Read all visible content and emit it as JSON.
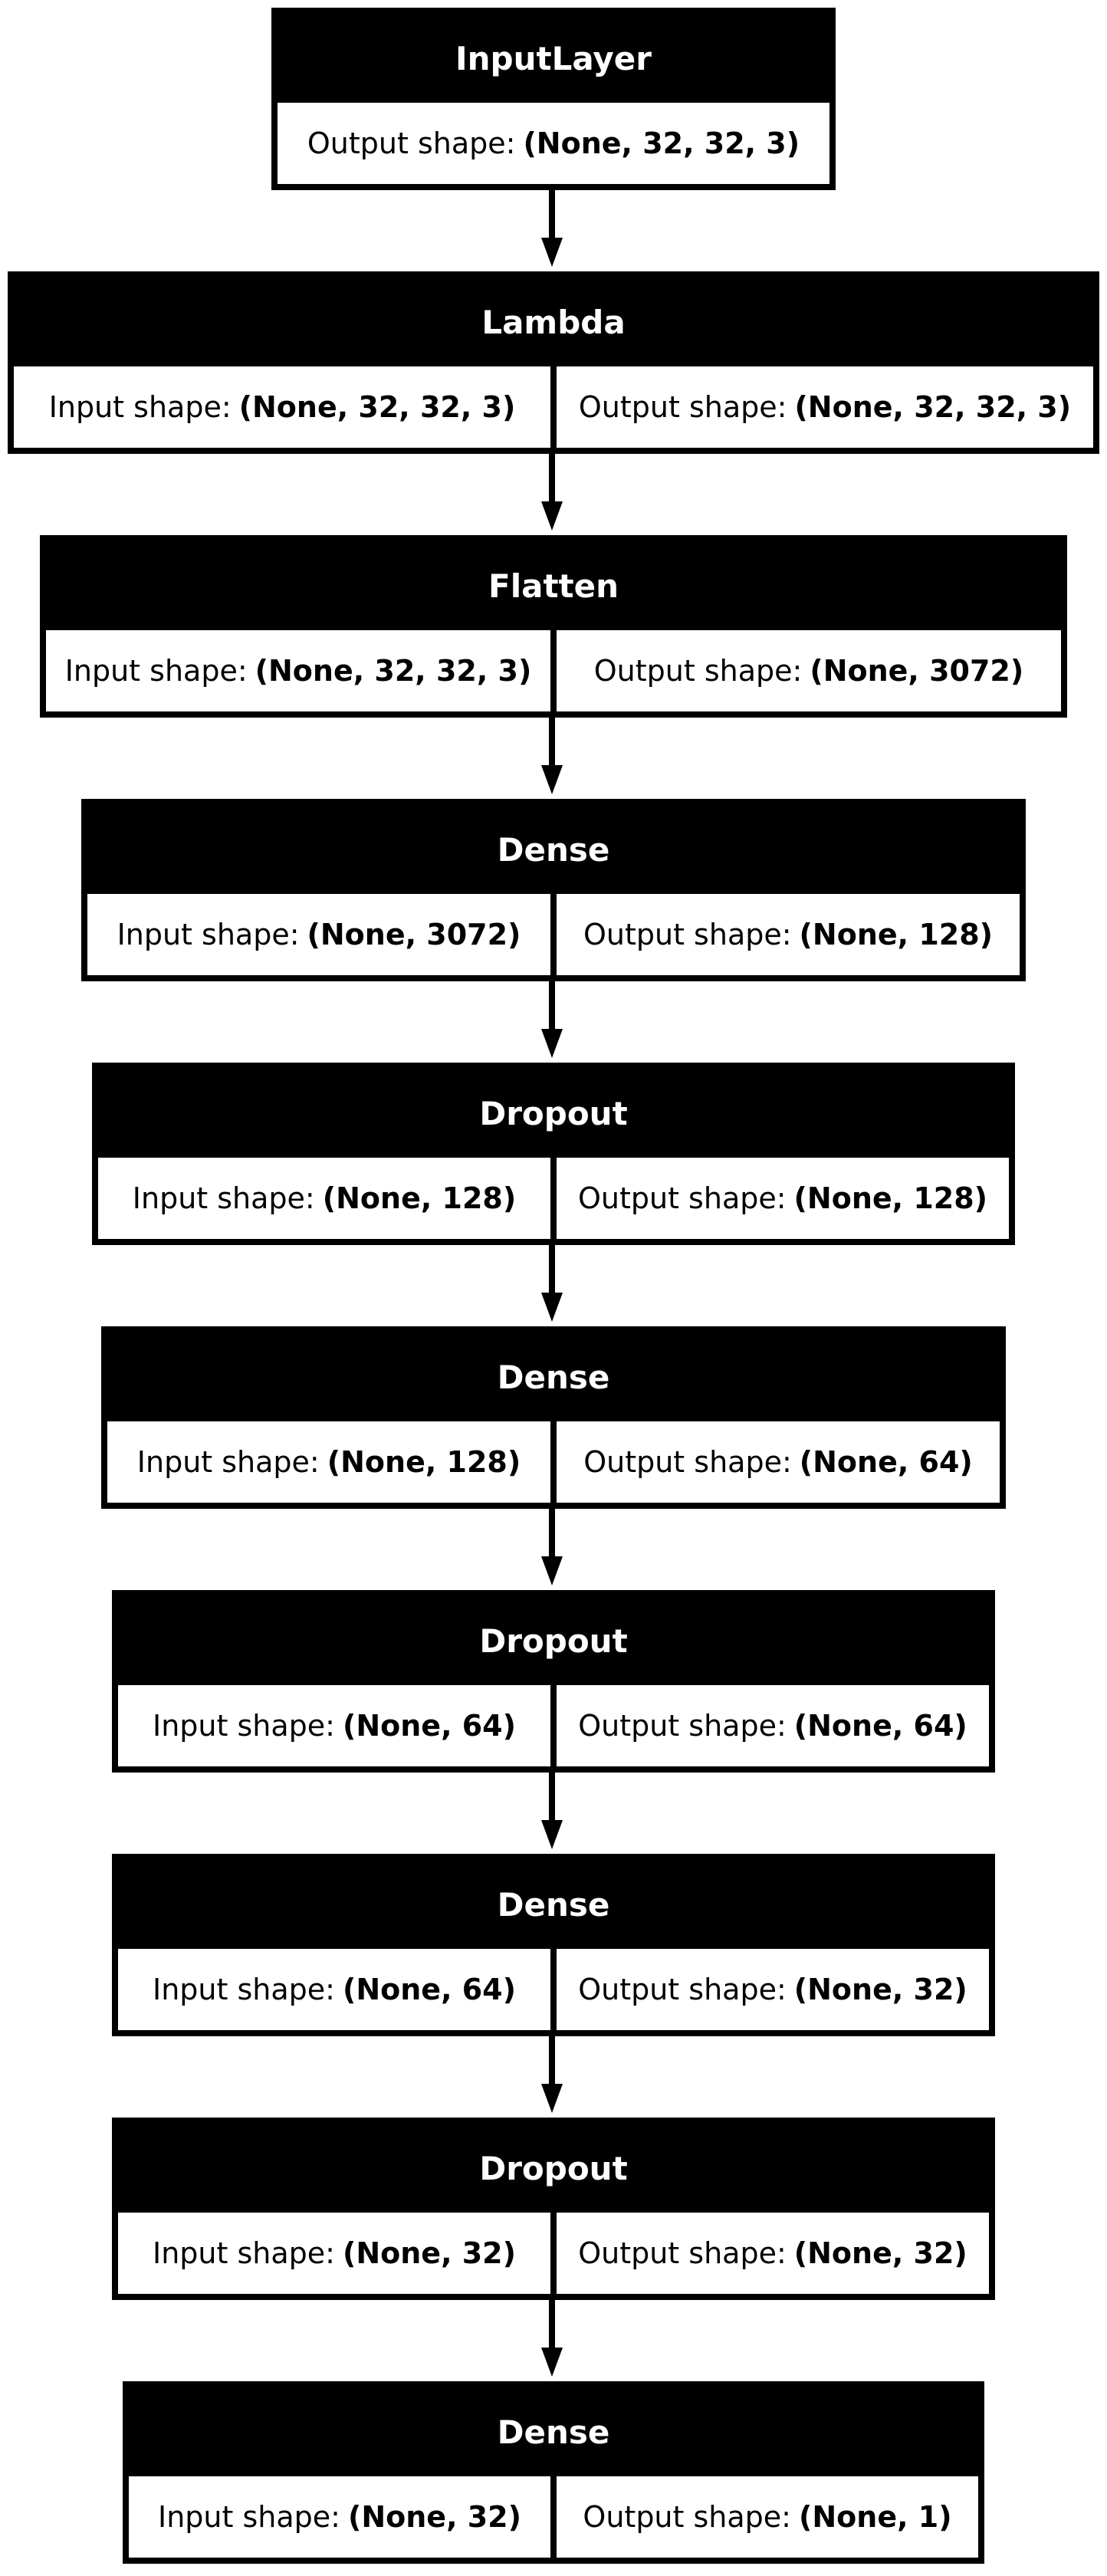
{
  "diagram": {
    "input_label": "Input shape:",
    "output_label": "Output shape:",
    "layers": [
      {
        "name": "InputLayer",
        "input": null,
        "output": "(None, 32, 32, 3)"
      },
      {
        "name": "Lambda",
        "input": "(None, 32, 32, 3)",
        "output": "(None, 32, 32, 3)"
      },
      {
        "name": "Flatten",
        "input": "(None, 32, 32, 3)",
        "output": "(None, 3072)"
      },
      {
        "name": "Dense",
        "input": "(None, 3072)",
        "output": "(None, 128)"
      },
      {
        "name": "Dropout",
        "input": "(None, 128)",
        "output": "(None, 128)"
      },
      {
        "name": "Dense",
        "input": "(None, 128)",
        "output": "(None, 64)"
      },
      {
        "name": "Dropout",
        "input": "(None, 64)",
        "output": "(None, 64)"
      },
      {
        "name": "Dense",
        "input": "(None, 64)",
        "output": "(None, 32)"
      },
      {
        "name": "Dropout",
        "input": "(None, 32)",
        "output": "(None, 32)"
      },
      {
        "name": "Dense",
        "input": "(None, 32)",
        "output": "(None, 1)"
      }
    ]
  }
}
